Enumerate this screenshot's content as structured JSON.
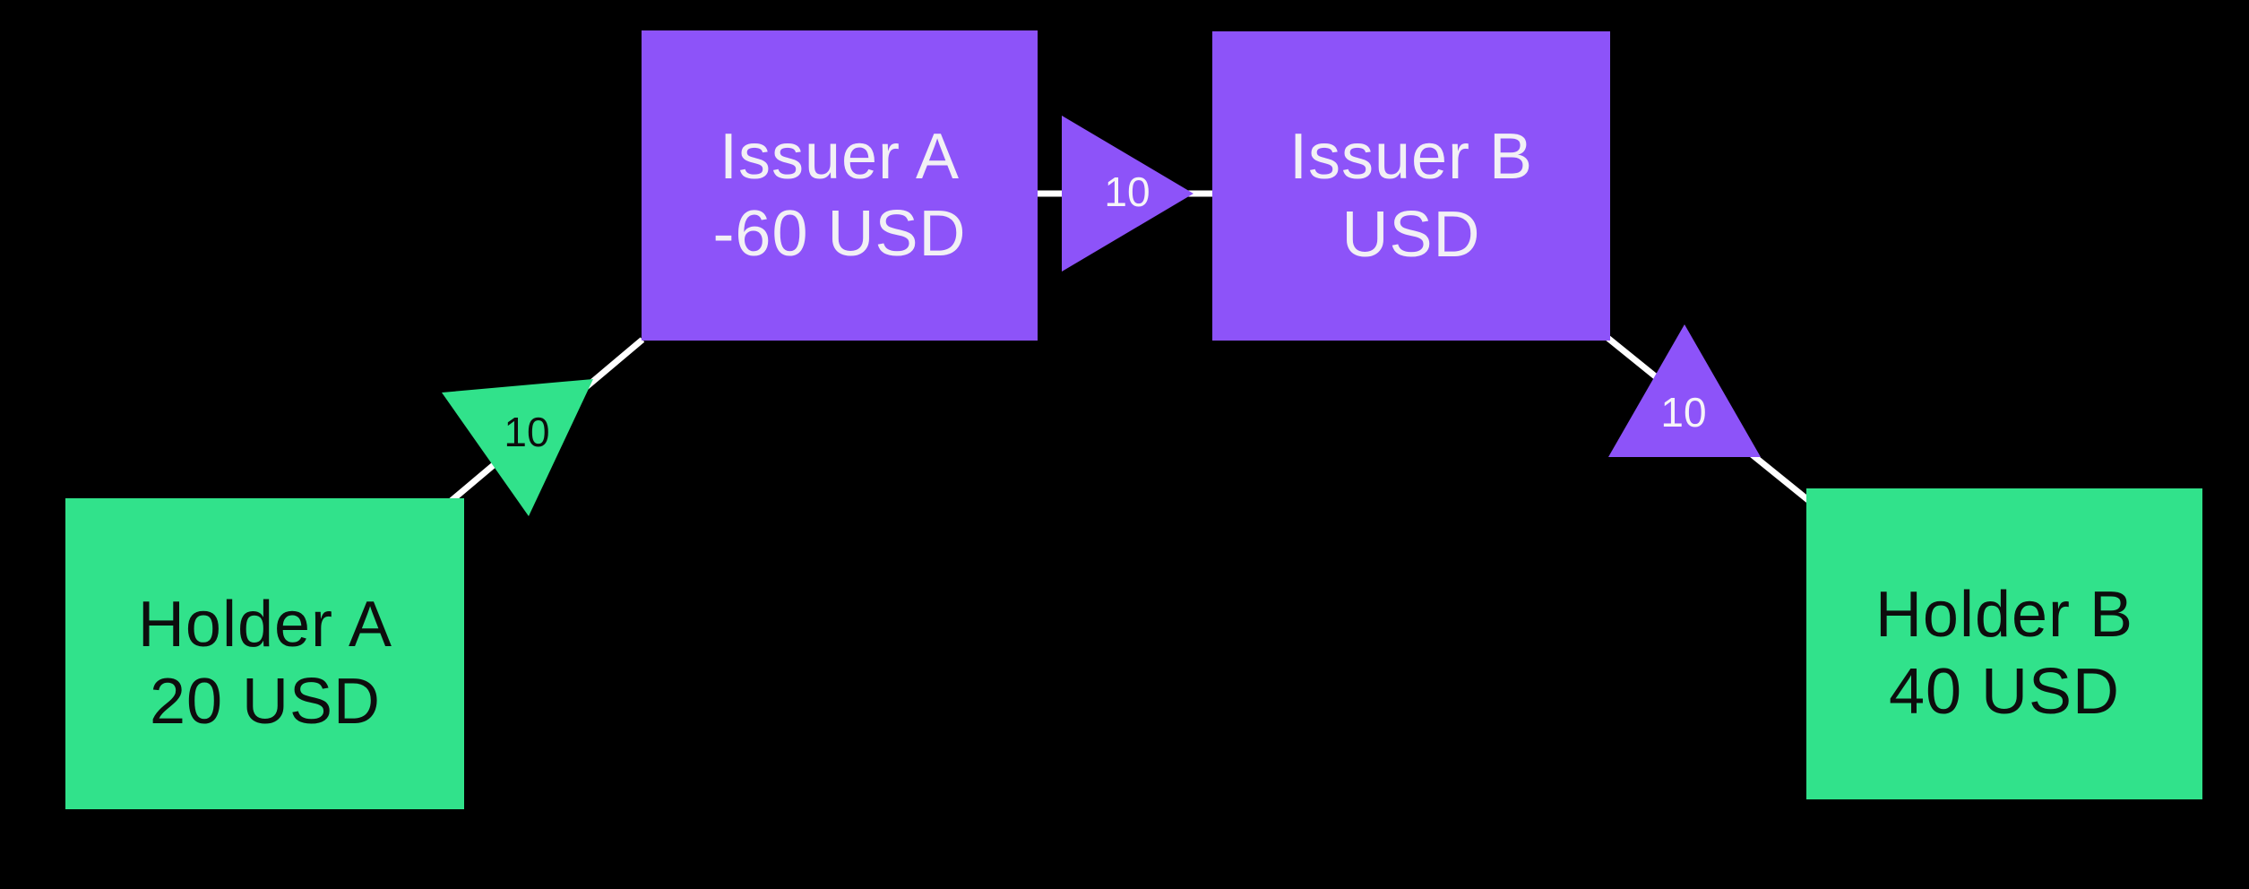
{
  "diagram": {
    "background_color": "#000000",
    "edge_color": "#FFFFFF",
    "holder_color": "#31E28B",
    "issuer_color": "#8D53F9",
    "holder_text_color": "#0D0D0D",
    "issuer_text_color": "#F2F0F5",
    "nodes": [
      {
        "id": "holder-a",
        "type": "holder",
        "label": "Holder A",
        "balance": "20 USD"
      },
      {
        "id": "issuer-a",
        "type": "issuer",
        "label": "Issuer A",
        "balance": "-60 USD"
      },
      {
        "id": "issuer-b",
        "type": "issuer",
        "label": "Issuer B",
        "balance": "USD"
      },
      {
        "id": "holder-b",
        "type": "holder",
        "label": "Holder B",
        "balance": "40 USD"
      }
    ],
    "transfers": [
      {
        "from": "Issuer A",
        "to": "Holder A",
        "amount": "10"
      },
      {
        "from": "Issuer A",
        "to": "Issuer B",
        "amount": "10"
      },
      {
        "from": "Holder B",
        "to": "Issuer B",
        "amount": "10"
      }
    ]
  }
}
